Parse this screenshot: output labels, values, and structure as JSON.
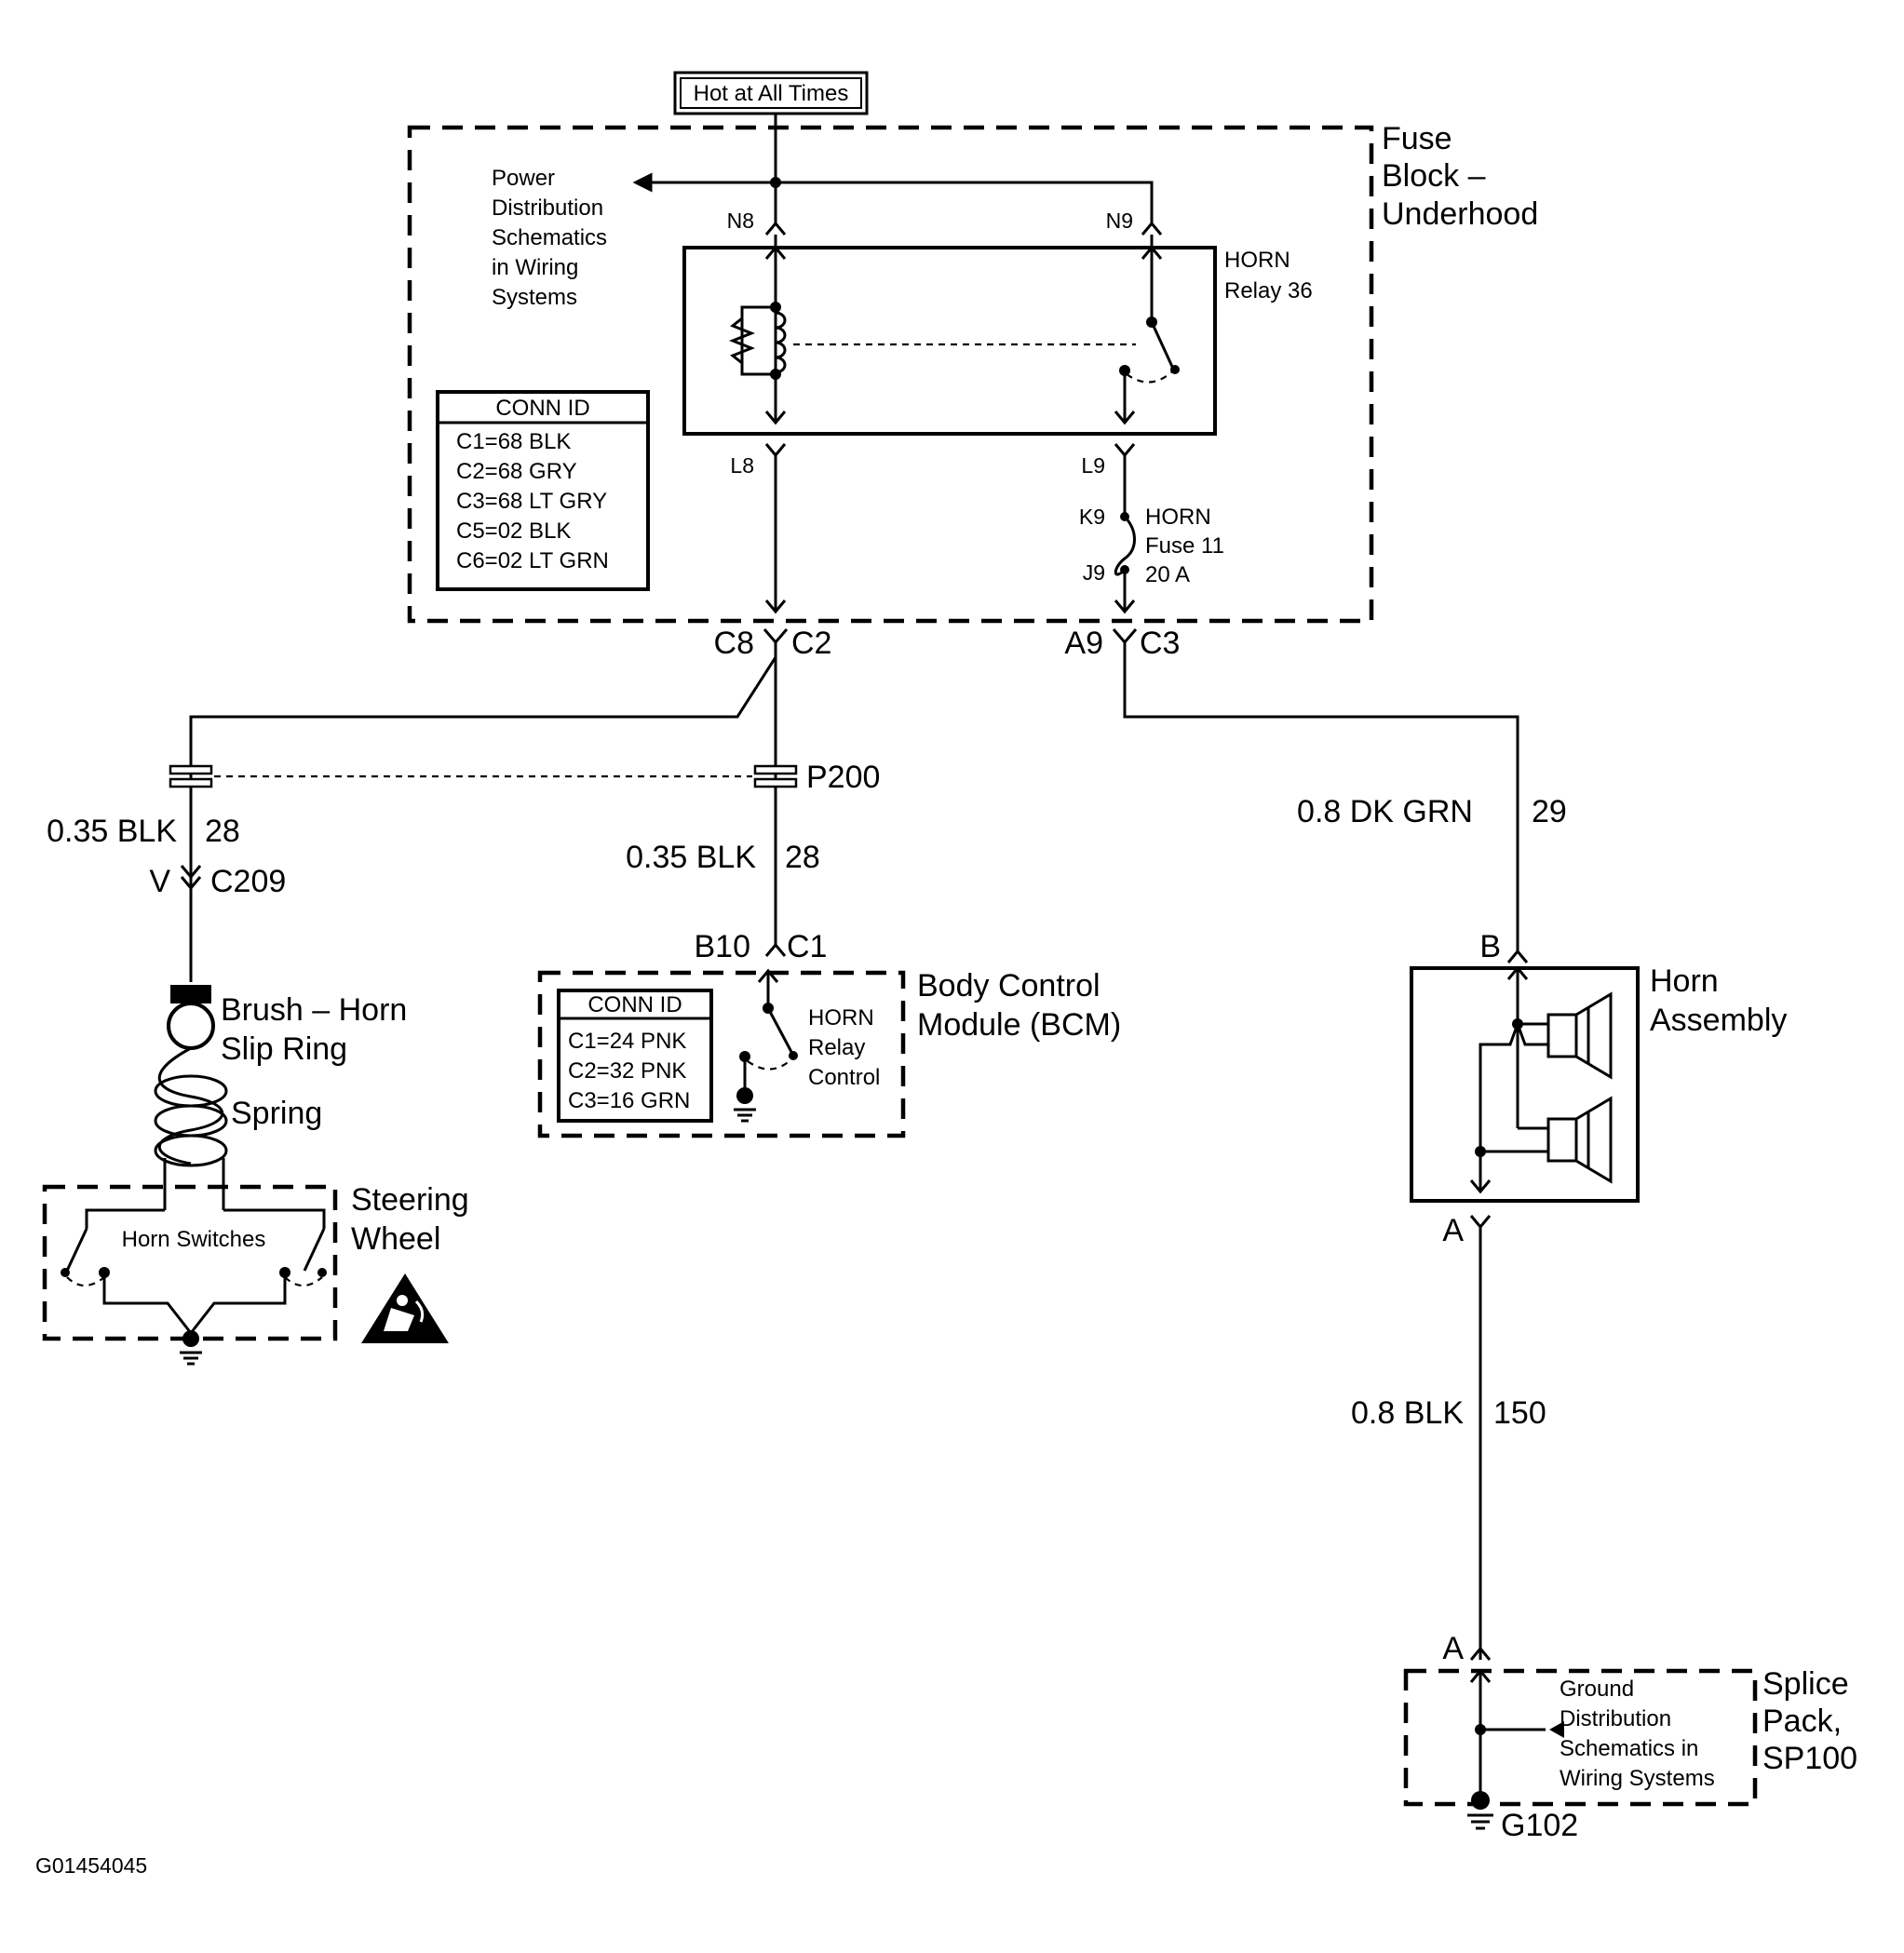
{
  "power_source": "Hot at All Times",
  "fuse_block": {
    "title_lines": [
      "Fuse",
      "Block –",
      "Underhood"
    ],
    "power_dist_note": [
      "Power",
      "Distribution",
      "Schematics",
      "in Wiring",
      "Systems"
    ],
    "conn_id": {
      "header": "CONN ID",
      "rows": [
        "C1=68 BLK",
        "C2=68 GRY",
        "C3=68 LT GRY",
        "C5=02 BLK",
        "C6=02 LT GRN"
      ]
    },
    "relay_label": [
      "HORN",
      "Relay 36"
    ],
    "fuse_label": [
      "HORN",
      "Fuse 11",
      "20 A"
    ],
    "terminals": {
      "n8": "N8",
      "n9": "N9",
      "l8": "L8",
      "l9": "L9",
      "k9": "K9",
      "j9": "J9"
    }
  },
  "connectors": {
    "c8": "C8",
    "c2": "C2",
    "a9": "A9",
    "c3": "C3",
    "p200": "P200",
    "v": "V",
    "c209": "C209",
    "b10": "B10",
    "c1": "C1",
    "horn_b": "B",
    "horn_a": "A",
    "splice_a": "A"
  },
  "wires": {
    "left": {
      "gauge": "0.35 BLK",
      "circuit": "28"
    },
    "center": {
      "gauge": "0.35 BLK",
      "circuit": "28"
    },
    "horn_feed": {
      "gauge": "0.8 DK GRN",
      "circuit": "29"
    },
    "horn_ground": {
      "gauge": "0.8 BLK",
      "circuit": "150"
    }
  },
  "brush": {
    "label_lines": [
      "Brush – Horn",
      "Slip Ring"
    ],
    "spring_label": "Spring"
  },
  "steering_wheel": {
    "title_lines": [
      "Steering",
      "Wheel"
    ],
    "switches_label": "Horn Switches"
  },
  "bcm": {
    "title_lines": [
      "Body Control",
      "Module (BCM)"
    ],
    "conn_id": {
      "header": "CONN ID",
      "rows": [
        "C1=24 PNK",
        "C2=32 PNK",
        "C3=16 GRN"
      ]
    },
    "relay_control": [
      "HORN",
      "Relay",
      "Control"
    ]
  },
  "horn_assembly": {
    "title_lines": [
      "Horn",
      "Assembly"
    ]
  },
  "splice_pack": {
    "title_lines": [
      "Splice",
      "Pack,",
      "SP100"
    ],
    "note_lines": [
      "Ground",
      "Distribution",
      "Schematics in",
      "Wiring Systems"
    ]
  },
  "ground_label": "G102",
  "figure_id": "G01454045"
}
